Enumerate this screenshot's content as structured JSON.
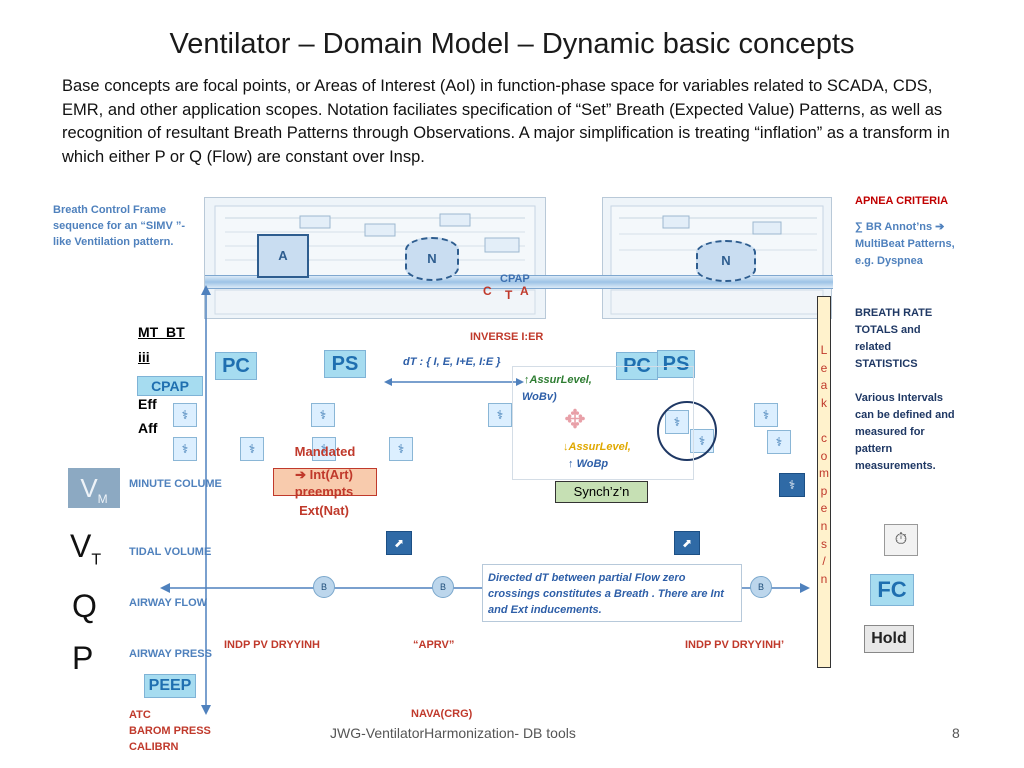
{
  "title": "Ventilator – Domain Model – Dynamic basic concepts",
  "intro": "Base concepts are focal points, or Areas of Interest (AoI) in function-phase space for variables related to SCADA, CDS, EMR, and other application scopes.  Notation  faciliates specification of “Set” Breath (Expected Value) Patterns, as well as recognition of resultant Breath Patterns through Observations.  A major simplification is treating “inflation” as a transform in which either P or Q (Flow) are constant over Insp.",
  "left_note": "Breath Control  Frame sequence for an “SIMV ”-like Ventilation pattern.",
  "frame_labels": {
    "a": "A",
    "n1": "N",
    "n2": "N",
    "cpap_top": "CPAP"
  },
  "mt_bt": "MT_BT",
  "iii": "iii",
  "eff": "Eff",
  "aff": "Aff",
  "badges": {
    "cpap": "CPAP",
    "pc1": "PC",
    "ps1": "PS",
    "pc2": "PC",
    "ps2": "PS",
    "peep": "PEEP",
    "fc": "FC",
    "hold": "Hold"
  },
  "inverse_ier": "INVERSE I:ER",
  "dt_label": "dT : { I, E, I+E, I:E }",
  "assur_level_1": "AssurLevel,",
  "wobv": "WoBv)",
  "assur_level_2": "AssurLevel,",
  "wobp": "WoBp",
  "mandated": "Mandated",
  "int_art": "Int(Art)",
  "preempts": "preempts",
  "ext_nat": "Ext(Nat)",
  "synch": "Synch’z’n",
  "directed_note": "Directed dT between partial Flow zero crossings constitutes a Breath .  There are Int and Ext inducements.",
  "atc_letters": [
    "A",
    "T",
    "C"
  ],
  "vars": [
    {
      "symbol": "VM",
      "label": "MINUTE COLUME"
    },
    {
      "symbol": "VT",
      "label": "TIDAL VOLUME"
    },
    {
      "symbol": "Q",
      "label": "AIRWAY FLOW"
    },
    {
      "symbol": "P",
      "label": "AIRWAY PRESS"
    }
  ],
  "bottom_red": {
    "indp1": "INDP PV DRYYINH",
    "aprv": "“APRV”",
    "indp2": "INDP PV DRYYINH’",
    "nava": "NAVA(CRG)",
    "atc": "ATC",
    "barom": "BAROM PRESS",
    "calibrn": "CALIBRN"
  },
  "leak_letters": [
    "L",
    "e",
    "a",
    "k",
    "",
    "c",
    "o",
    "m",
    "p",
    "e",
    "n",
    "s",
    "/",
    "n"
  ],
  "right": {
    "apnea": "APNEA CRITERIA",
    "br_annot": "∑ BR Annot’ns ➔ MultiBeat Patterns, e.g. Dyspnea",
    "breath_rate": "BREATH RATE TOTALS and related STATISTICS",
    "intervals": "Various Intervals can be defined and measured for pattern measurements."
  },
  "footer": "JWG-VentilatorHarmonization- DB tools",
  "page_number": "8",
  "colors": {
    "accent_blue": "#4f81bd",
    "red": "#c0392b",
    "dark_blue": "#1f3864",
    "badge_bg": "#a6dcf0",
    "salmon": "#f8cbad",
    "synch_green": "#c6e0b4",
    "band": "#9dc3e6"
  }
}
